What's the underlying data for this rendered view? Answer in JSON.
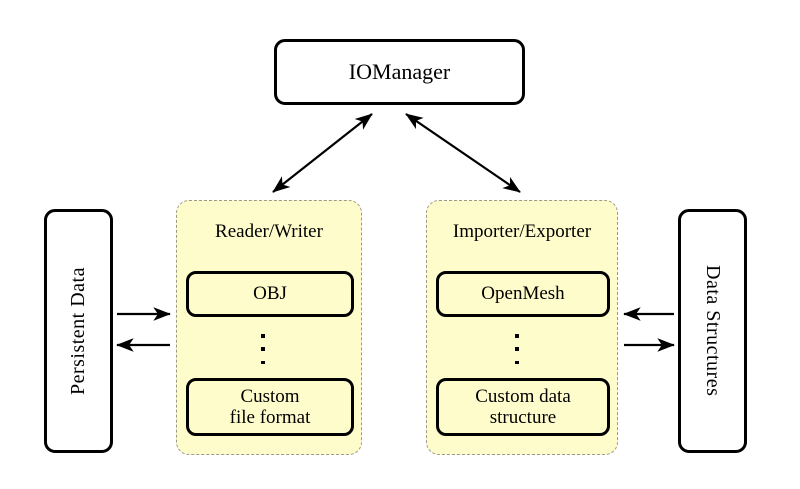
{
  "diagram": {
    "title_node": {
      "label": "IOManager"
    },
    "left_side": {
      "label": "Persistent Data"
    },
    "right_side": {
      "label": "Data Structures"
    },
    "panels": [
      {
        "id": "reader-writer",
        "title": "Reader/Writer",
        "items": [
          {
            "label": "OBJ"
          },
          {
            "label": "Custom\nfile format",
            "line1": "Custom",
            "line2": "file format"
          }
        ],
        "ellipsis": "⋮"
      },
      {
        "id": "importer-exporter",
        "title": "Importer/Exporter",
        "items": [
          {
            "label": "OpenMesh"
          },
          {
            "label": "Custom data\nstructure",
            "line1": "Custom data",
            "line2": "structure"
          }
        ],
        "ellipsis": "⋮"
      }
    ],
    "connections": [
      {
        "name": "iomanager-readerwriter",
        "type": "double-arrow"
      },
      {
        "name": "iomanager-importerexporter",
        "type": "double-arrow"
      },
      {
        "name": "persistentdata-to-readerwriter",
        "type": "arrow-right"
      },
      {
        "name": "readerwriter-to-persistentdata",
        "type": "arrow-left"
      },
      {
        "name": "datastructures-to-importerexporter",
        "type": "arrow-left"
      },
      {
        "name": "importerexporter-to-datastructures",
        "type": "arrow-right"
      }
    ],
    "colors": {
      "panel_fill": "#FFFCCC",
      "panel_border": "#9A9A8C",
      "node_border": "#000000",
      "background": "#FFFFFF"
    }
  }
}
